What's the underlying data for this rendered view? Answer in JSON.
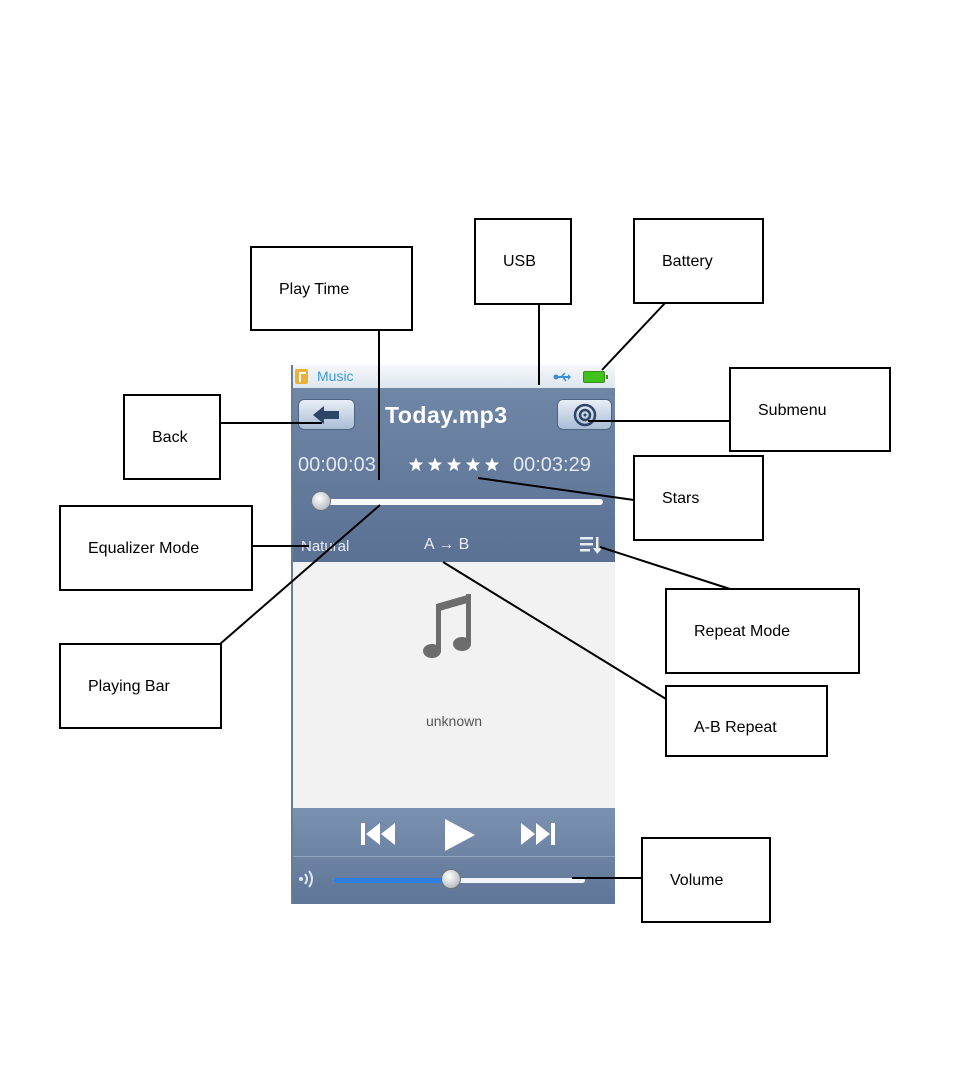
{
  "player": {
    "app_title": "Music",
    "song_title": "Today.mp3",
    "time_elapsed": "00:00:03",
    "time_total": "00:03:29",
    "rating_stars": 5,
    "progress_fraction": 0.01,
    "eq_mode": "Natural",
    "ab_repeat": "A → B",
    "artist": "unknown",
    "volume_fraction": 0.47,
    "icons": {
      "app": "music-app-icon",
      "usb": "usb-icon",
      "battery": "battery-icon",
      "back": "back-arrow-icon",
      "submenu": "submenu-icon",
      "repeat": "repeat-mode-icon",
      "art": "music-note-icon",
      "prev": "previous-track-icon",
      "play": "play-icon",
      "next": "next-track-icon",
      "volume": "volume-icon"
    },
    "colors": {
      "header": "#637a9c",
      "accent": "#2f7fe0",
      "battery": "#3fc21b"
    }
  },
  "callouts": {
    "play_time": "Play Time",
    "usb": "USB",
    "battery": "Battery",
    "submenu": "Submenu",
    "back": "Back",
    "stars": "Stars",
    "equalizer_mode": "Equalizer Mode",
    "repeat_mode": "Repeat Mode",
    "playing_bar": "Playing Bar",
    "ab_repeat": "A-B Repeat",
    "volume": "Volume"
  }
}
